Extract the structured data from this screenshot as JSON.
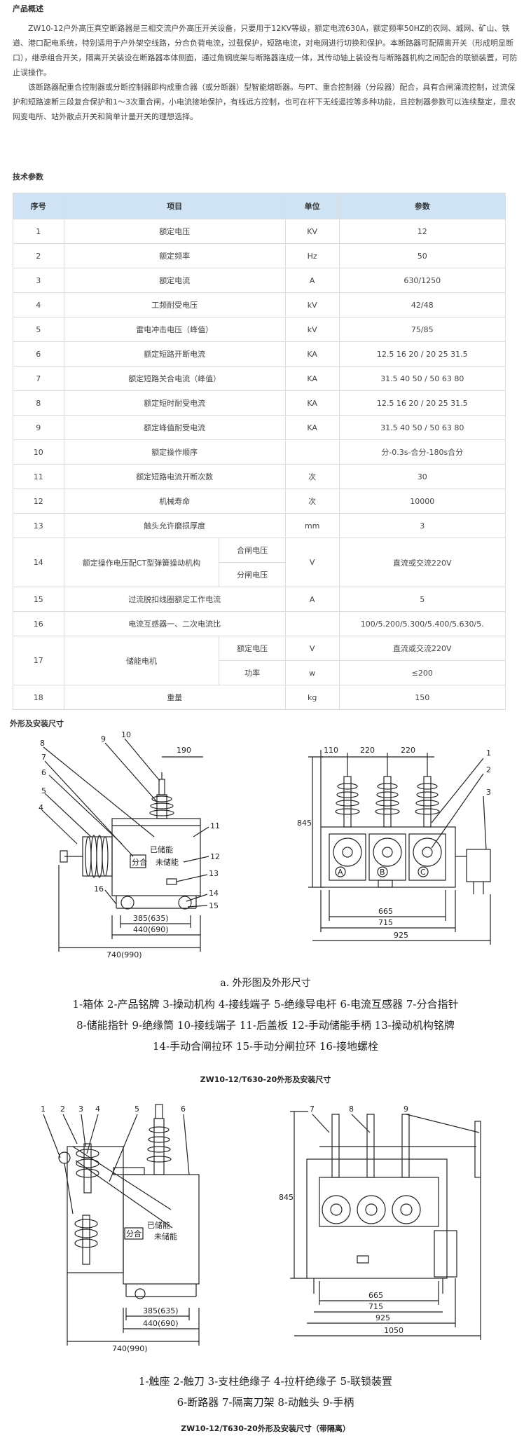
{
  "overview": {
    "title": "产品概述",
    "para1": "ZW10-12户外高压真空断路器是三相交流户外高压开关设备，只要用于12KV等级，额定电流630A，额定频率50HZ的农网、城网、矿山、铁道、港口配电系统，特别适用于户外架空线路，分合负荷电流，过载保护，短路电流，对电网进行切换和保护。本断路器可配隔离开关（形成明显断口），继承组合开关，隔离开关装设在断路器本体侧面，通过角钢底架与断路器连成一体，其传动轴上装设有与断路器机构之间配合的联锁装置，可防止误操作。",
    "para2": "该断路器配重合控制器或分断控制器即构成重合器（或分断器）型智能熔断器。与PT、重合控制器（分段器）配合，具有合闸涌流控制，过流保护和短路速断三段复合保护和1～3次重合闸，小电流接地保护，有线远方控制，也可在杆下无线遥控等多种功能，且控制器参数可以连续整定，是农网变电所、站外散点开关和简单计量开关的理想选择。"
  },
  "spec": {
    "title": "技术参数",
    "headers": [
      "序号",
      "项目",
      "单位",
      "参数"
    ],
    "rows": [
      {
        "no": "1",
        "item": "额定电压",
        "unit": "KV",
        "value": "12"
      },
      {
        "no": "2",
        "item": "额定频率",
        "unit": "Hz",
        "value": "50"
      },
      {
        "no": "3",
        "item": "额定电流",
        "unit": "A",
        "value": "630/1250"
      },
      {
        "no": "4",
        "item": "工频耐受电压",
        "unit": "kV",
        "value": "42/48"
      },
      {
        "no": "5",
        "item": "雷电冲击电压（峰值）",
        "unit": "kV",
        "value": "75/85"
      },
      {
        "no": "6",
        "item": "额定短路开断电流",
        "unit": "KA",
        "value": "12.5 16 20 / 20 25 31.5"
      },
      {
        "no": "7",
        "item": "额定短路关合电流（峰值）",
        "unit": "KA",
        "value": "31.5 40 50 / 50 63 80"
      },
      {
        "no": "8",
        "item": "额定短时耐受电流",
        "unit": "KA",
        "value": "12.5 16 20 / 20 25 31.5"
      },
      {
        "no": "9",
        "item": "额定峰值耐受电流",
        "unit": "KA",
        "value": "31.5 40 50 / 50 63 80"
      },
      {
        "no": "10",
        "item": "额定操作顺序",
        "unit": "",
        "value": "分-0.3s-合分-180s合分"
      },
      {
        "no": "11",
        "item": "额定短路电流开断次数",
        "unit": "次",
        "value": "30"
      },
      {
        "no": "12",
        "item": "机械寿命",
        "unit": "次",
        "value": "10000"
      },
      {
        "no": "13",
        "item": "触头允许磨损厚度",
        "unit": "mm",
        "value": "3"
      },
      {
        "no": "15",
        "item": "过流脱扣线圈额定工作电流",
        "unit": "A",
        "value": "5"
      },
      {
        "no": "16",
        "item": "电流互感器一、二次电流比",
        "unit": "",
        "value": "100/5.200/5.300/5.400/5.630/5."
      },
      {
        "no": "18",
        "item": "重量",
        "unit": "kg",
        "value": "150"
      }
    ],
    "row14": {
      "no": "14",
      "item": "额定操作电压配CT型弹簧操动机构",
      "sub1": "合闸电压",
      "sub2": "分闸电压",
      "unit": "V",
      "value": "直流或交流220V"
    },
    "row17": {
      "no": "17",
      "item": "储能电机",
      "sub1": "额定电压",
      "unit1": "V",
      "value1": "直流或交流220V",
      "sub2": "功率",
      "unit2": "w",
      "value2": "≤200"
    }
  },
  "dims": {
    "title": "外形及安装尺寸",
    "fig1": {
      "front_dims": [
        "190",
        "385(635)",
        "440(690)",
        "740(990)"
      ],
      "side_dims": [
        "110",
        "220",
        "220",
        "845",
        "665",
        "715",
        "925"
      ],
      "callouts_front": [
        "8",
        "9",
        "10",
        "7",
        "6",
        "5",
        "4",
        "11",
        "12",
        "13",
        "14",
        "15",
        "16"
      ],
      "callouts_side": [
        "1",
        "2",
        "3"
      ],
      "phases": [
        "A",
        "B",
        "C"
      ],
      "panel_labels": [
        "已储能",
        "未储能",
        "分合"
      ],
      "subcaption": "a. 外形图及外形尺寸",
      "legend_lines": [
        "1-箱体  2-产品铭牌  3-操动机构  4-接线端子  5-绝缘导电杆  6-电流互感器  7-分合指针",
        "8-储能指针  9-绝缘筒  10-接线端子  11-后盖板  12-手动储能手柄  13-操动机构铭牌",
        "14-手动合闸拉环  15-手动分闸拉环  16-接地螺栓"
      ],
      "caption": "ZW10-12/T630-20外形及安装尺寸"
    },
    "fig2": {
      "front_dims": [
        "385(635)",
        "440(690)",
        "740(990)"
      ],
      "side_dims": [
        "845",
        "665",
        "715",
        "925",
        "1050"
      ],
      "callouts_front": [
        "1",
        "2",
        "3",
        "4",
        "5",
        "6"
      ],
      "callouts_side": [
        "7",
        "8",
        "9"
      ],
      "panel_labels": [
        "已储能",
        "未储能",
        "分合"
      ],
      "legend_lines": [
        "1-触座  2-触刀  3-支柱绝缘子  4-拉杆绝缘子  5-联锁装置",
        "6-断路器  7-隔离刀架  8-动触头  9-手柄"
      ],
      "caption": "ZW10-12/T630-20外形及安装尺寸（带隔离）"
    }
  }
}
